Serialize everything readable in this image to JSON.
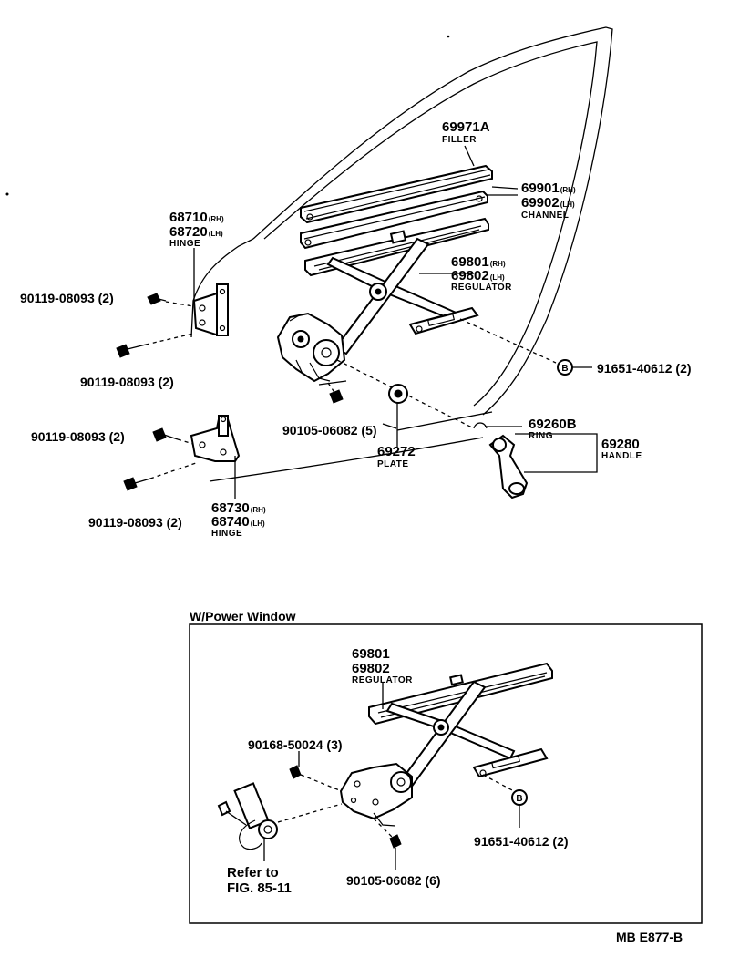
{
  "labels": {
    "filler_num": "69971A",
    "filler_name": "FILLER",
    "channel_rh": "69901",
    "channel_lh": "69902",
    "channel_name": "CHANNEL",
    "hinge_upper_rh": "68710",
    "hinge_upper_lh": "68720",
    "hinge_upper_name": "HINGE",
    "regulator_rh": "69801",
    "regulator_lh": "69802",
    "regulator_name": "REGULATOR",
    "bolt_1": "90119-08093 (2)",
    "bolt_2": "90119-08093 (2)",
    "bolt_3": "90119-08093 (2)",
    "bolt_4": "90119-08093 (2)",
    "circlip_b_main": "91651-40612 (2)",
    "circle_b_1": "B",
    "circle_b_2": "B",
    "screw_main": "90105-06082 (5)",
    "plate_num": "69272",
    "plate_name": "PLATE",
    "ring_num": "69260B",
    "ring_name": "RING",
    "handle_num": "69280",
    "handle_name": "HANDLE",
    "hinge_lower_rh": "68730",
    "hinge_lower_lh": "68740",
    "hinge_lower_name": "HINGE",
    "rh_suffix": "(RH)",
    "lh_suffix": "(LH)",
    "pw_title": "W/Power Window",
    "pw_regulator_1": "69801",
    "pw_regulator_2": "69802",
    "pw_regulator_name": "REGULATOR",
    "pw_bolt": "90168-50024 (3)",
    "pw_circlip": "91651-40612 (2)",
    "pw_refer_1": "Refer to",
    "pw_refer_2": "FIG. 85-11",
    "pw_screw": "90105-06082 (6)",
    "fig_code": "MB E877-B"
  }
}
